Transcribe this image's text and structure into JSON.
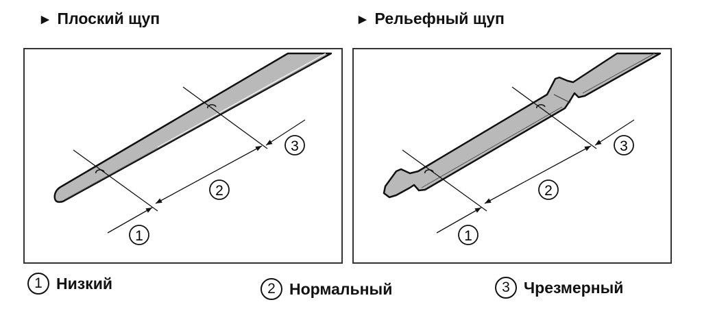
{
  "titles": {
    "flat": "Плоский щуп",
    "relief": "Рельефный щуп"
  },
  "callouts": {
    "low": "1",
    "normal": "2",
    "excess": "3"
  },
  "legend": [
    {
      "num": "1",
      "label": "Низкий"
    },
    {
      "num": "2",
      "label": "Нормальный"
    },
    {
      "num": "3",
      "label": "Чрезмерный"
    }
  ],
  "colors": {
    "dipstick": "#b9b9b9",
    "line": "#111111"
  }
}
